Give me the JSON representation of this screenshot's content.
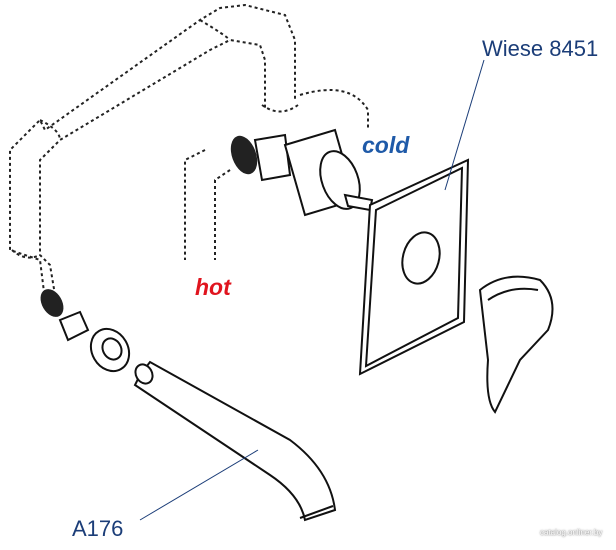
{
  "labels": {
    "panel": "Wiese 8451",
    "spout": "A176",
    "cold": "cold",
    "hot": "hot"
  },
  "watermark": "catalog.onliner.by",
  "colors": {
    "cold": "#1f5aa8",
    "hot": "#e0141e",
    "leader": "#1b3d78"
  }
}
